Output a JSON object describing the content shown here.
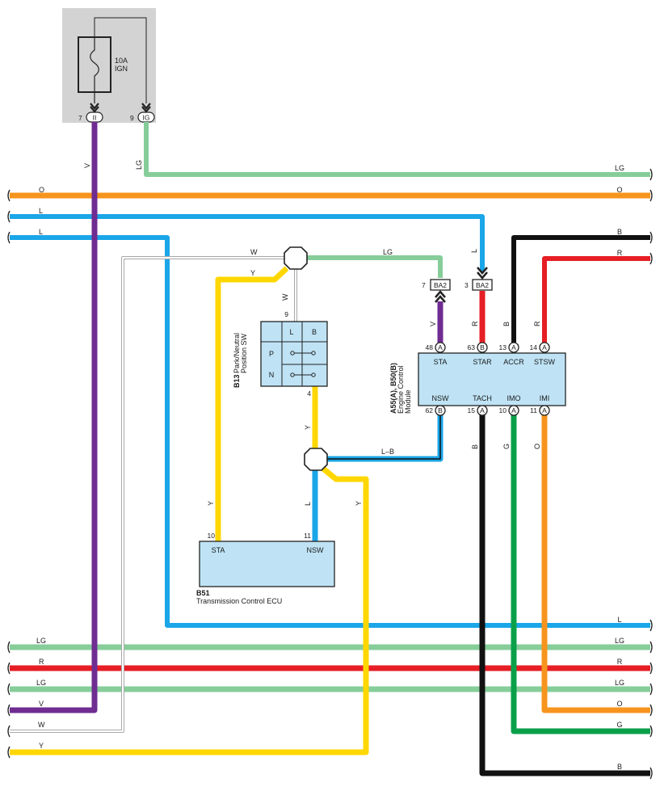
{
  "colors": {
    "V": "#6f2c91",
    "LG": "#86cd9a",
    "O": "#f7941d",
    "L": "#1aa6e8",
    "W": "#a8a8a8",
    "Y": "#ffd700",
    "B": "#111111",
    "R": "#e61e25",
    "G": "#0aa04a",
    "LB": "#1aa6e8",
    "ecu_fill": "#bfe3f5",
    "fuse_box": "#d3d3d3"
  },
  "fuse": {
    "rating": "10A",
    "name": "IGN",
    "pin_left": "7",
    "conn_left": "II",
    "pin_right": "9",
    "conn_right": "IG"
  },
  "wires": {
    "left_labels": [
      "O",
      "L",
      "L",
      "LG",
      "R",
      "LG",
      "V",
      "W",
      "Y"
    ],
    "right_labels": [
      "LG",
      "O",
      "B",
      "R",
      "L",
      "LG",
      "R",
      "LG",
      "O",
      "G",
      "B"
    ],
    "v_drop": "V",
    "lg_drop": "LG",
    "w_top": "W",
    "y_top": "Y",
    "w_vert": "W",
    "lg_mid": "LG",
    "l_vert": "L",
    "r_vert": "R",
    "b_vert": "B",
    "y_vert": "Y",
    "lb_label": "L–B",
    "y_left": "Y",
    "l_nsw": "L",
    "y_right": "Y",
    "b_tach": "B",
    "g_imo": "G",
    "o_imi": "O"
  },
  "connectors": {
    "ba2_left": {
      "pin": "7",
      "name": "BA2"
    },
    "ba2_right": {
      "pin": "3",
      "name": "BA2"
    }
  },
  "switch": {
    "code": "B13",
    "name_line1": "Park/Neutral",
    "name_line2": "Position SW",
    "pin_top": "9",
    "pin_bottom": "4",
    "col1": "L",
    "col2": "B",
    "row1": "P",
    "row2": "N"
  },
  "ecm": {
    "code": "A55(A), B50(B)",
    "name_line1": "Engine Control",
    "name_line2": "Module",
    "top_pins": [
      {
        "num": "48",
        "conn": "A",
        "label": "STA"
      },
      {
        "num": "63",
        "conn": "B",
        "label": "STAR"
      },
      {
        "num": "13",
        "conn": "A",
        "label": "ACCR"
      },
      {
        "num": "14",
        "conn": "A",
        "label": "STSW"
      }
    ],
    "bottom_pins": [
      {
        "num": "62",
        "conn": "B",
        "label": "NSW"
      },
      {
        "num": "15",
        "conn": "A",
        "label": "TACH"
      },
      {
        "num": "10",
        "conn": "A",
        "label": "IMO"
      },
      {
        "num": "11",
        "conn": "A",
        "label": "IMI"
      }
    ]
  },
  "tcu": {
    "code": "B51",
    "name": "Transmission Control ECU",
    "pin_left": "10",
    "label_left": "STA",
    "pin_right": "11",
    "label_right": "NSW"
  }
}
